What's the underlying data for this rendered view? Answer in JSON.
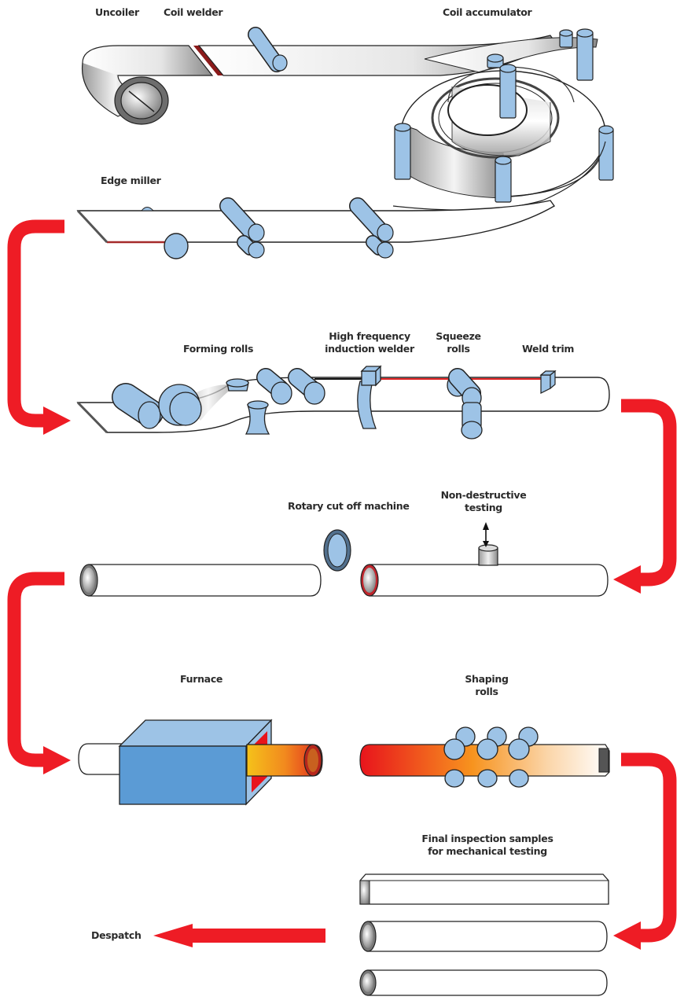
{
  "diagram": {
    "title": "Welded steel tube manufacturing process",
    "colors": {
      "roller": "#9dc3e6",
      "flow_arrow": "#ee1c25",
      "weld_line": "#e02020",
      "furnace": "#5b9bd5",
      "outline": "#1a1a1a"
    },
    "stages": {
      "uncoiler": "Uncoiler",
      "coil_welder": "Coil welder",
      "coil_accumulator": "Coil accumulator",
      "edge_miller": "Edge miller",
      "forming_rolls": "Forming rolls",
      "hf_welder_line1": "High frequency",
      "hf_welder_line2": "induction welder",
      "squeeze_rolls_line1": "Squeeze",
      "squeeze_rolls_line2": "rolls",
      "weld_trim": "Weld trim",
      "rotary_cut": "Rotary cut off machine",
      "ndt_line1": "Non-destructive",
      "ndt_line2": "testing",
      "furnace": "Furnace",
      "shaping_rolls_line1": "Shaping",
      "shaping_rolls_line2": "rolls",
      "final_inspection_line1": "Final inspection samples",
      "final_inspection_line2": "for mechanical testing",
      "despatch": "Despatch"
    },
    "flow": [
      "Uncoiler",
      "Coil welder",
      "Coil accumulator",
      "Edge miller",
      "Forming rolls",
      "High frequency induction welder",
      "Squeeze rolls",
      "Weld trim",
      "Non-destructive testing",
      "Rotary cut off machine",
      "Furnace",
      "Shaping rolls",
      "Final inspection samples for mechanical testing",
      "Despatch"
    ],
    "final_products": [
      "square-hollow-section",
      "round-tube",
      "round-tube"
    ]
  }
}
